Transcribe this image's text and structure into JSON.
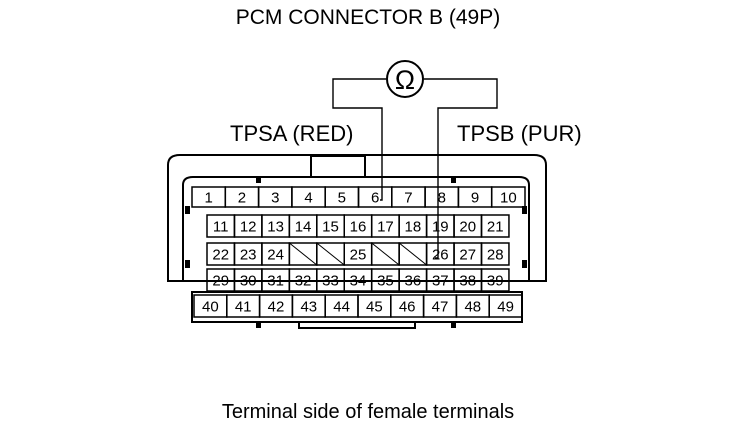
{
  "title": "PCM CONNECTOR B (49P)",
  "meter": {
    "symbol": "Ω",
    "icon": "ohmmeter-icon"
  },
  "wire_a": {
    "label": "TPSA (RED)",
    "terminal": "6"
  },
  "wire_b": {
    "label": "TPSB (PUR)",
    "terminal": "26"
  },
  "caption": "Terminal side of female terminals",
  "rows": [
    [
      "1",
      "2",
      "3",
      "4",
      "5",
      "6",
      "7",
      "8",
      "9",
      "10"
    ],
    [
      "11",
      "12",
      "13",
      "14",
      "15",
      "16",
      "17",
      "18",
      "19",
      "20",
      "21"
    ],
    [
      "22",
      "23",
      "24",
      "",
      "",
      "25",
      "",
      "",
      "26",
      "27",
      "28"
    ],
    [
      "29",
      "30",
      "31",
      "32",
      "33",
      "34",
      "35",
      "36",
      "37",
      "38",
      "39"
    ],
    [
      "40",
      "41",
      "42",
      "43",
      "44",
      "45",
      "46",
      "47",
      "48",
      "49"
    ]
  ]
}
